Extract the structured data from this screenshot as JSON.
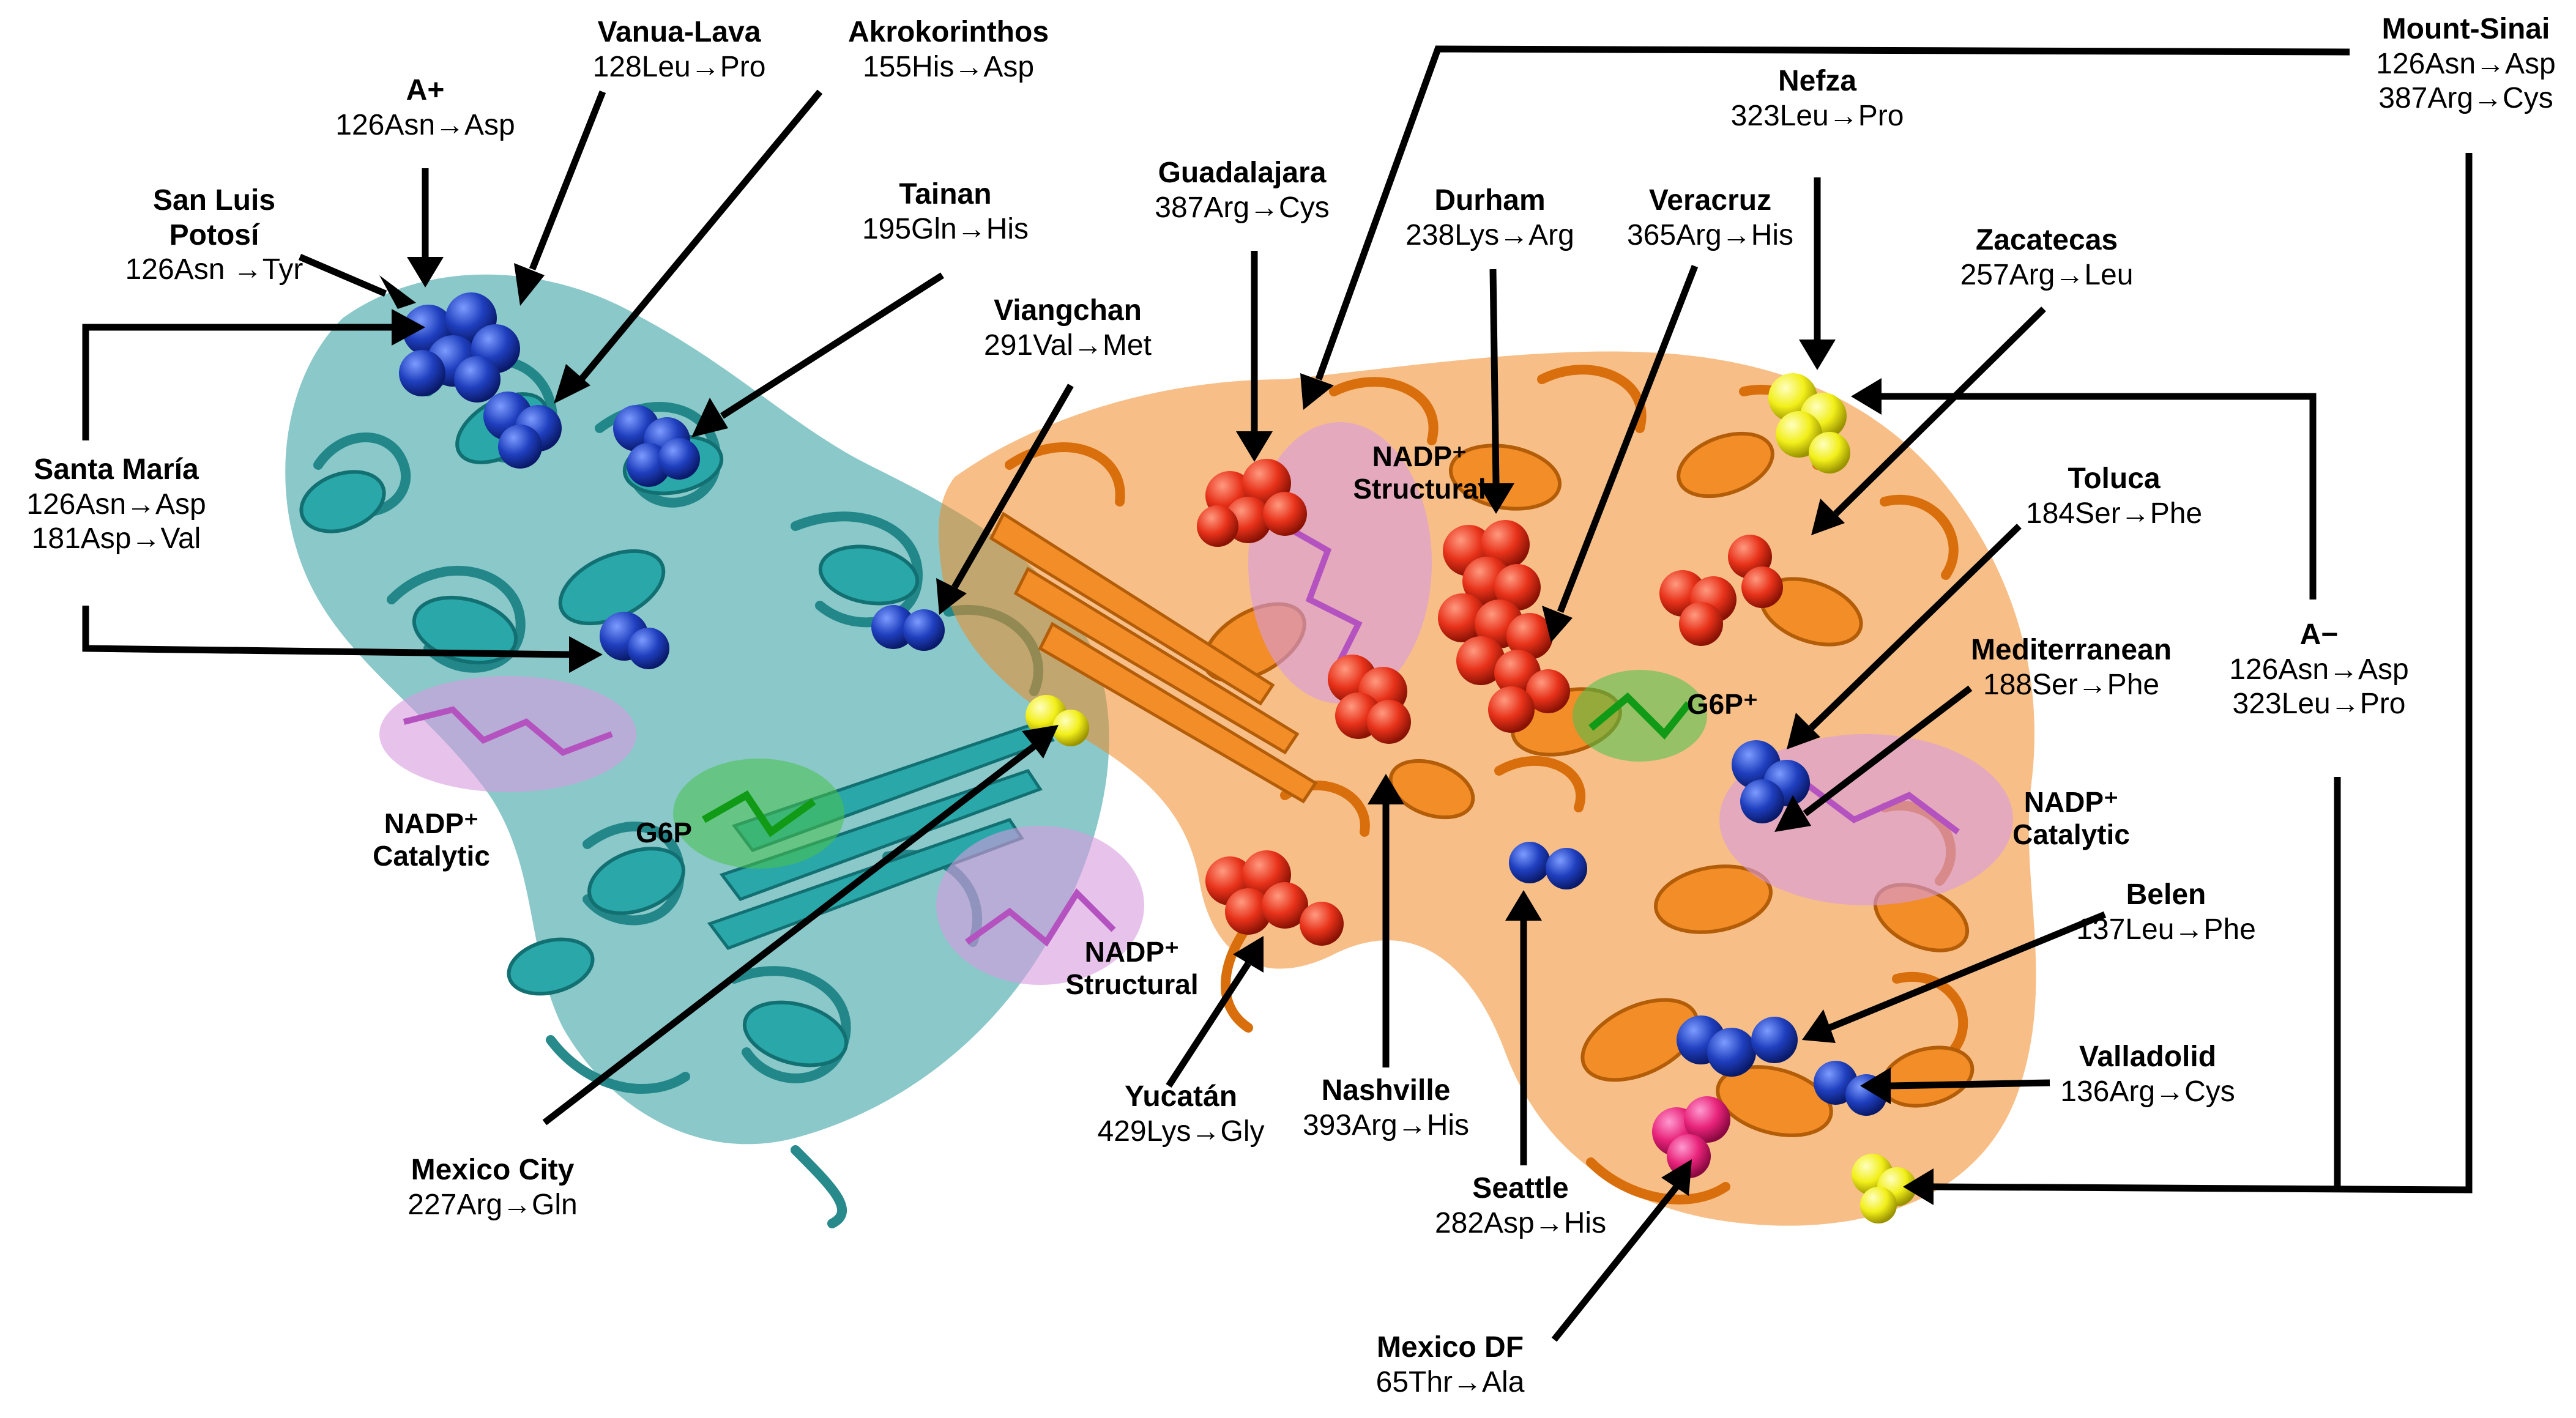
{
  "variants": [
    {
      "key": "a-plus",
      "name": "A+",
      "muts": [
        "126Asn→Asp"
      ]
    },
    {
      "key": "vanua-lava",
      "name": "Vanua-Lava",
      "muts": [
        "128Leu→Pro"
      ]
    },
    {
      "key": "akrokorinthos",
      "name": "Akrokorinthos",
      "muts": [
        "155His→Asp"
      ]
    },
    {
      "key": "san-luis-potosi",
      "name": "San Luis Potosí",
      "muts": [
        "126Asn →Tyr"
      ]
    },
    {
      "key": "tainan",
      "name": "Tainan",
      "muts": [
        "195Gln→His"
      ]
    },
    {
      "key": "santa-maria",
      "name": "Santa María",
      "muts": [
        "126Asn→Asp",
        "181Asp→Val"
      ]
    },
    {
      "key": "viangchan",
      "name": "Viangchan",
      "muts": [
        "291Val→Met"
      ]
    },
    {
      "key": "guadalajara",
      "name": "Guadalajara",
      "muts": [
        "387Arg→Cys"
      ]
    },
    {
      "key": "durham",
      "name": "Durham",
      "muts": [
        "238Lys→Arg"
      ]
    },
    {
      "key": "veracruz",
      "name": "Veracruz",
      "muts": [
        "365Arg→His"
      ]
    },
    {
      "key": "nefza",
      "name": "Nefza",
      "muts": [
        "323Leu→Pro"
      ]
    },
    {
      "key": "zacatecas",
      "name": "Zacatecas",
      "muts": [
        "257Arg→Leu"
      ]
    },
    {
      "key": "mount-sinai",
      "name": "Mount-Sinai",
      "muts": [
        "126Asn→Asp",
        "387Arg→Cys"
      ]
    },
    {
      "key": "toluca",
      "name": "Toluca",
      "muts": [
        "184Ser→Phe"
      ]
    },
    {
      "key": "mediterranean",
      "name": "Mediterranean",
      "muts": [
        "188Ser→Phe"
      ]
    },
    {
      "key": "a-minus",
      "name": "A−",
      "muts": [
        "126Asn→Asp",
        "323Leu→Pro"
      ]
    },
    {
      "key": "belen",
      "name": "Belen",
      "muts": [
        "137Leu→Phe"
      ]
    },
    {
      "key": "valladolid",
      "name": "Valladolid",
      "muts": [
        "136Arg→Cys"
      ]
    },
    {
      "key": "mexico-city",
      "name": "Mexico City",
      "muts": [
        "227Arg→Gln"
      ]
    },
    {
      "key": "yucatan",
      "name": "Yucatán",
      "muts": [
        "429Lys→Gly"
      ]
    },
    {
      "key": "nashville",
      "name": "Nashville",
      "muts": [
        "393Arg→His"
      ]
    },
    {
      "key": "seattle",
      "name": "Seattle",
      "muts": [
        "282Asp→His"
      ]
    },
    {
      "key": "mexico-df",
      "name": "Mexico DF",
      "muts": [
        "65Thr→Ala"
      ]
    }
  ],
  "ligands": [
    {
      "key": "nadp-catalytic-left",
      "lines": [
        "NADP⁺",
        "Catalytic"
      ]
    },
    {
      "key": "g6p-left",
      "lines": [
        "G6P"
      ]
    },
    {
      "key": "nadp-structural-left",
      "lines": [
        "NADP⁺",
        "Structural"
      ]
    },
    {
      "key": "nadp-structural-right",
      "lines": [
        "NADP⁺",
        "Structural"
      ]
    },
    {
      "key": "g6p-right",
      "lines": [
        "G6P⁺"
      ]
    },
    {
      "key": "nadp-catalytic-right",
      "lines": [
        "NADP⁺",
        "Catalytic"
      ]
    }
  ],
  "colors": {
    "teal_chain": "#2a9a9c",
    "orange_chain": "#f08a24",
    "blue_residue": "#1f3fbf",
    "red_residue": "#e8321a",
    "yellow_residue": "#f2ef1a",
    "magenta_residue": "#e8237a",
    "nadp_surface": "#d79be0",
    "g6p_surface": "#49c24b"
  }
}
